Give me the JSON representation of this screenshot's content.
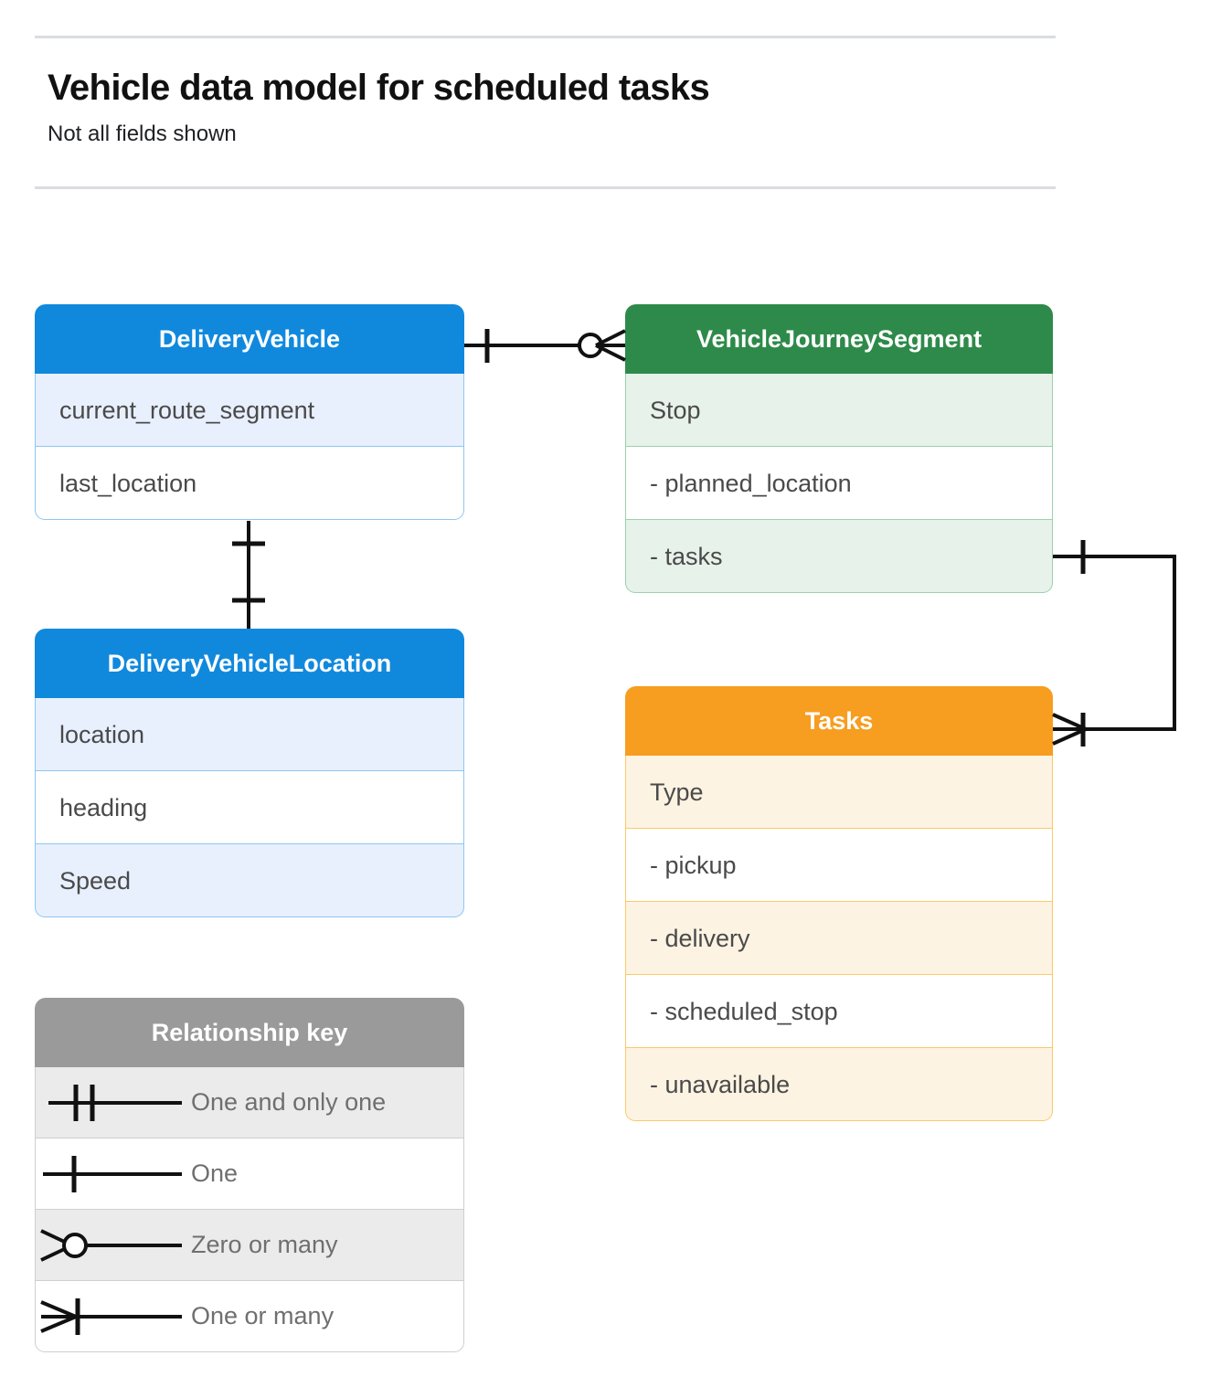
{
  "header": {
    "title": "Vehicle data model for scheduled tasks",
    "subtitle": "Not all fields shown"
  },
  "colors": {
    "blue_header": "#1089dd",
    "blue_row": "#e8f0fe",
    "blue_border": "#8fc6ef",
    "green_header": "#2e8a4a",
    "green_row": "#e7f2ea",
    "green_border": "#9ad2ad",
    "orange_header": "#f79d20",
    "orange_row": "#fdf3e2",
    "orange_border": "#fbc96a",
    "gray_header": "#9a9a9a",
    "gray_row": "#ebebeb",
    "gray_border": "#cfcfcf",
    "line": "#000000",
    "rule": "#dadce0"
  },
  "entities": [
    {
      "id": "delivery-vehicle",
      "name": "DeliveryVehicle",
      "theme": "blue",
      "fields": [
        "current_route_segment",
        "last_location"
      ]
    },
    {
      "id": "vehicle-journey-segment",
      "name": "VehicleJourneySegment",
      "theme": "green",
      "fields": [
        "Stop",
        "-  planned_location",
        "- tasks"
      ]
    },
    {
      "id": "delivery-vehicle-location",
      "name": "DeliveryVehicleLocation",
      "theme": "blue",
      "fields": [
        "location",
        "heading",
        "Speed"
      ]
    },
    {
      "id": "tasks",
      "name": "Tasks",
      "theme": "orange",
      "fields": [
        "Type",
        "-  pickup",
        "-  delivery",
        "-  scheduled_stop",
        "-  unavailable"
      ]
    }
  ],
  "legend": {
    "title": "Relationship key",
    "items": [
      {
        "symbol": "one-and-only-one",
        "label": "One and only one"
      },
      {
        "symbol": "one",
        "label": "One"
      },
      {
        "symbol": "zero-or-many",
        "label": "Zero or many"
      },
      {
        "symbol": "one-or-many",
        "label": "One or many"
      }
    ]
  },
  "relationships": [
    {
      "id": "deliveryvehicle-to-vehiclejourneysegment",
      "from": "DeliveryVehicle",
      "to": "VehicleJourneySegment",
      "from_cardinality": "One",
      "to_cardinality": "Zero or many"
    },
    {
      "id": "deliveryvehicle-to-deliveryvehiclelocation",
      "from": "DeliveryVehicle",
      "to": "DeliveryVehicleLocation",
      "from_cardinality": "One",
      "to_cardinality": "One"
    },
    {
      "id": "vehiclejourneysegment-tasks-to-tasks",
      "from": "VehicleJourneySegment",
      "to": "Tasks",
      "from_cardinality": "One",
      "to_cardinality": "One or many"
    }
  ]
}
